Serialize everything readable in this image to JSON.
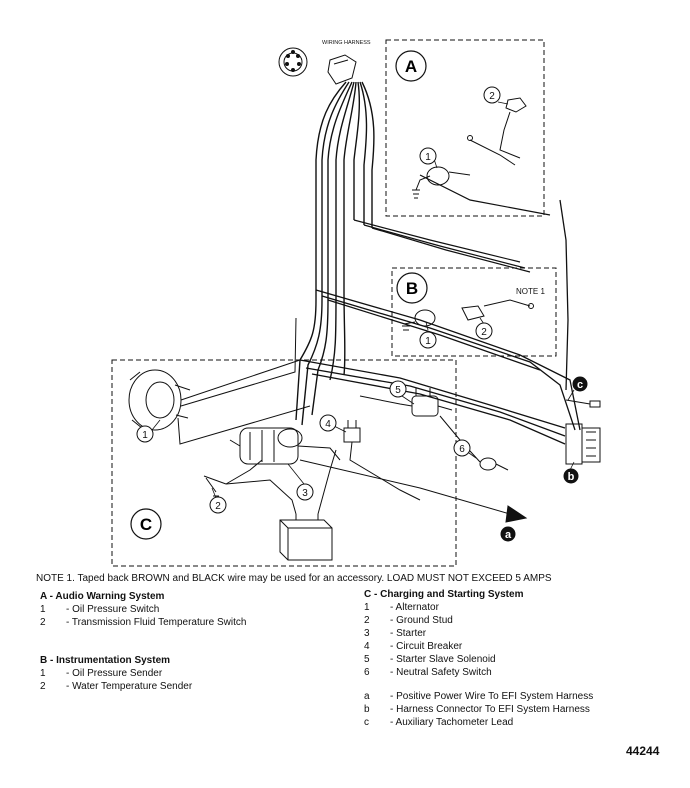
{
  "diagram": {
    "callout_labels": {
      "A": "A",
      "B": "B",
      "C": "C",
      "a": "a",
      "b": "b",
      "c": "c"
    },
    "numbers": {
      "A1": "1",
      "A2": "2",
      "B1": "1",
      "B2": "2",
      "C1": "1",
      "C2": "2",
      "C3": "3",
      "C4": "4",
      "C5": "5",
      "C6": "6"
    },
    "harness_label": "WIRING HARNESS",
    "note_tag": "NOTE 1"
  },
  "note": "NOTE 1. Taped back BROWN and BLACK wire may be used for an accessory. LOAD MUST NOT EXCEED 5 AMPS",
  "legend": {
    "A": {
      "heading": "A - Audio Warning System",
      "items": [
        {
          "key": "1",
          "text": "- Oil Pressure Switch"
        },
        {
          "key": "2",
          "text": "- Transmission Fluid Temperature Switch"
        }
      ]
    },
    "B": {
      "heading": "B - Instrumentation System",
      "items": [
        {
          "key": "1",
          "text": "- Oil Pressure Sender"
        },
        {
          "key": "2",
          "text": "- Water Temperature Sender"
        }
      ]
    },
    "C": {
      "heading": "C - Charging and Starting System",
      "items": [
        {
          "key": "1",
          "text": "- Alternator"
        },
        {
          "key": "2",
          "text": "- Ground Stud"
        },
        {
          "key": "3",
          "text": "- Starter"
        },
        {
          "key": "4",
          "text": "- Circuit Breaker"
        },
        {
          "key": "5",
          "text": "- Starter Slave Solenoid"
        },
        {
          "key": "6",
          "text": "- Neutral Safety Switch"
        }
      ]
    },
    "refs": [
      {
        "key": "a",
        "text": "- Positive Power Wire To EFI System Harness"
      },
      {
        "key": "b",
        "text": "- Harness Connector To EFI System Harness"
      },
      {
        "key": "c",
        "text": "- Auxiliary Tachometer Lead"
      }
    ]
  },
  "figure_number": "44244"
}
